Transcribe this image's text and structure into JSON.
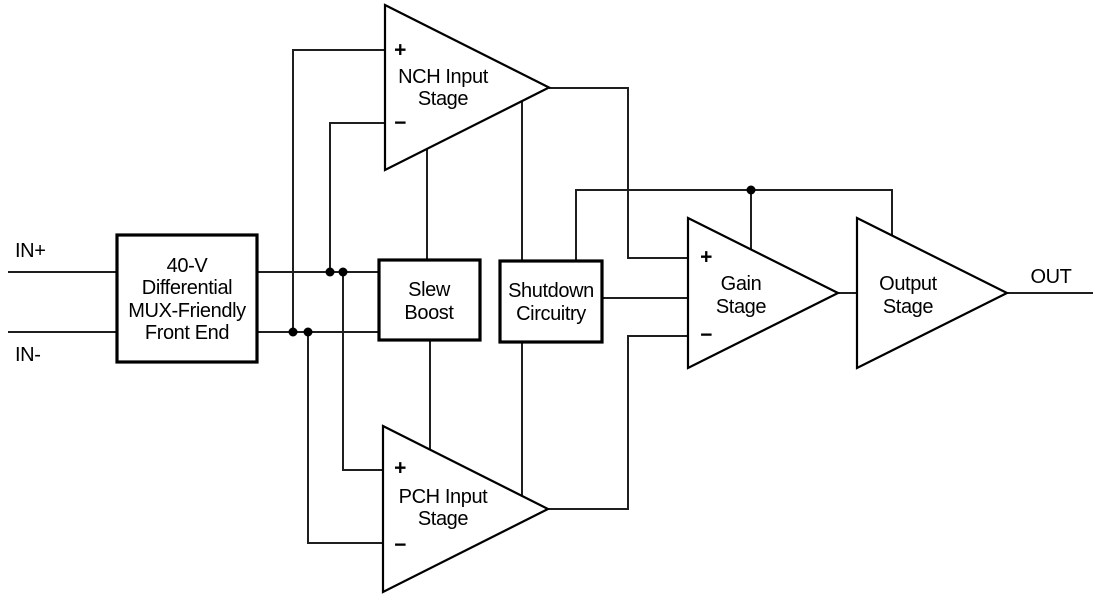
{
  "colors": {
    "background": "#ffffff",
    "line": "#1f1f1f",
    "shape": "#000000",
    "text": "#000000",
    "dot": "#000000"
  },
  "ports": {
    "in_plus": "IN+",
    "in_minus": "IN-",
    "out": "OUT"
  },
  "blocks": {
    "front_end": {
      "lines": [
        "40-V",
        "Differential",
        "MUX-Friendly",
        "Front End"
      ]
    },
    "slew_boost": {
      "lines": [
        "Slew",
        "Boost"
      ]
    },
    "shutdown": {
      "lines": [
        "Shutdown",
        "Circuitry"
      ]
    },
    "nch_input_stage": {
      "lines": [
        "NCH Input",
        "Stage"
      ],
      "plus": "+",
      "minus": "−"
    },
    "pch_input_stage": {
      "lines": [
        "PCH Input",
        "Stage"
      ],
      "plus": "+",
      "minus": "−"
    },
    "gain_stage": {
      "lines": [
        "Gain",
        "Stage"
      ],
      "plus": "+",
      "minus": "−"
    },
    "output_stage": {
      "lines": [
        "Output",
        "Stage"
      ]
    }
  }
}
